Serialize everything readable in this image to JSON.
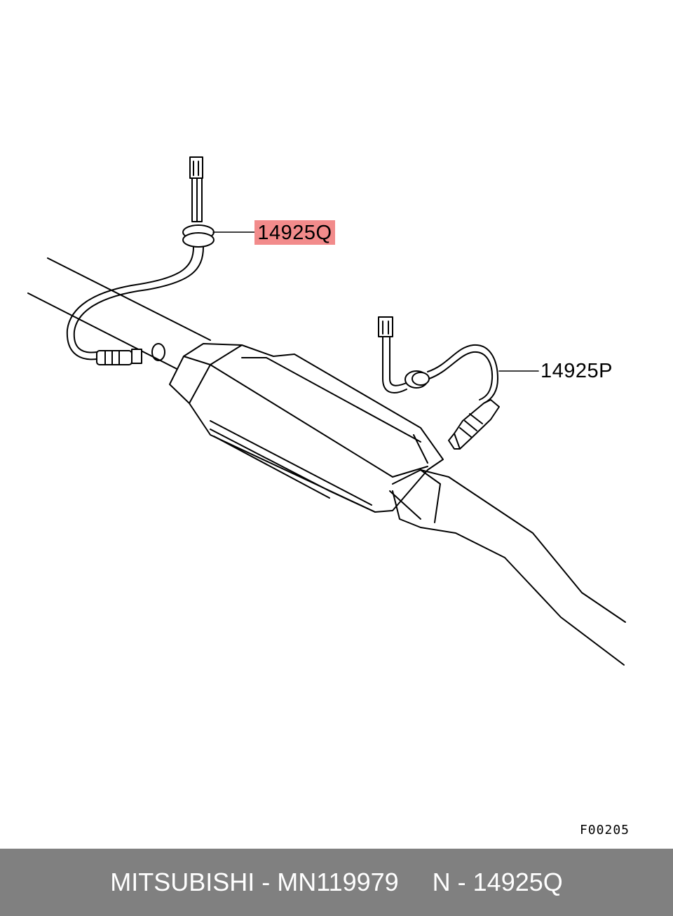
{
  "callouts": {
    "highlighted_part": "14925Q",
    "other_part": "14925P"
  },
  "figure_code": "F00205",
  "footer": {
    "part_info": "MITSUBISHI - MN119979",
    "ref_info": "N - 14925Q"
  },
  "colors": {
    "highlight": "#f28b8b",
    "footer_bg": "#808080",
    "footer_text": "#ffffff"
  }
}
